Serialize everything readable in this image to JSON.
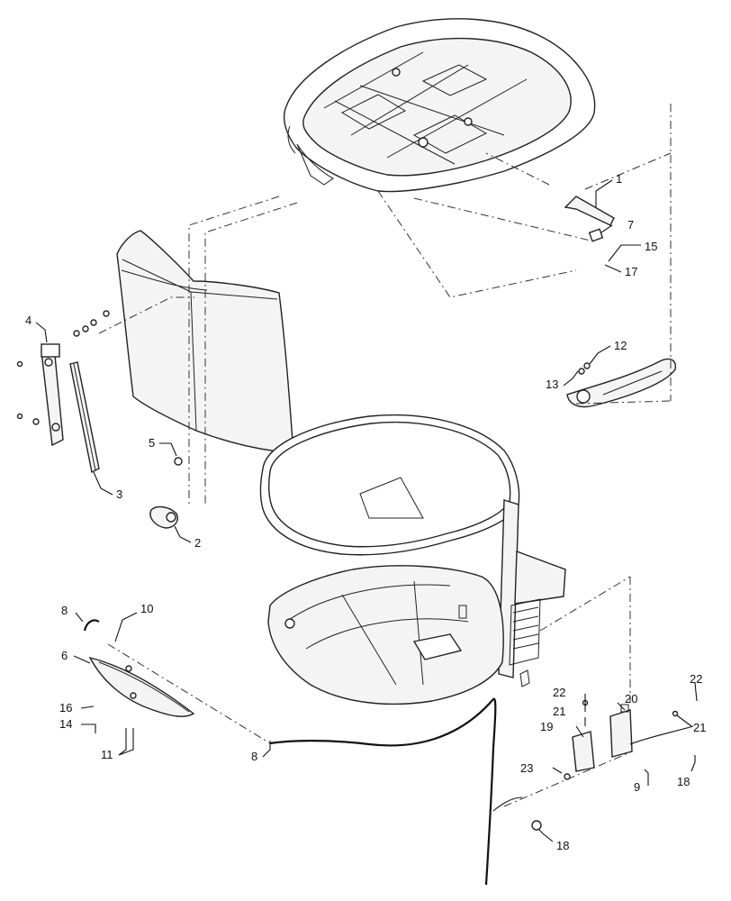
{
  "diagram": {
    "callouts": {
      "c1": "1",
      "c2": "2",
      "c3": "3",
      "c4": "4",
      "c5": "5",
      "c6": "6",
      "c7": "7",
      "c8a": "8",
      "c8b": "8",
      "c9": "9",
      "c10": "10",
      "c11": "11",
      "c12": "12",
      "c13": "13",
      "c14": "14",
      "c15": "15",
      "c16": "16",
      "c17": "17",
      "c18a": "18",
      "c18b": "18",
      "c19": "19",
      "c20": "20",
      "c21a": "21",
      "c21b": "21",
      "c22a": "22",
      "c22b": "22",
      "c23": "23"
    }
  }
}
